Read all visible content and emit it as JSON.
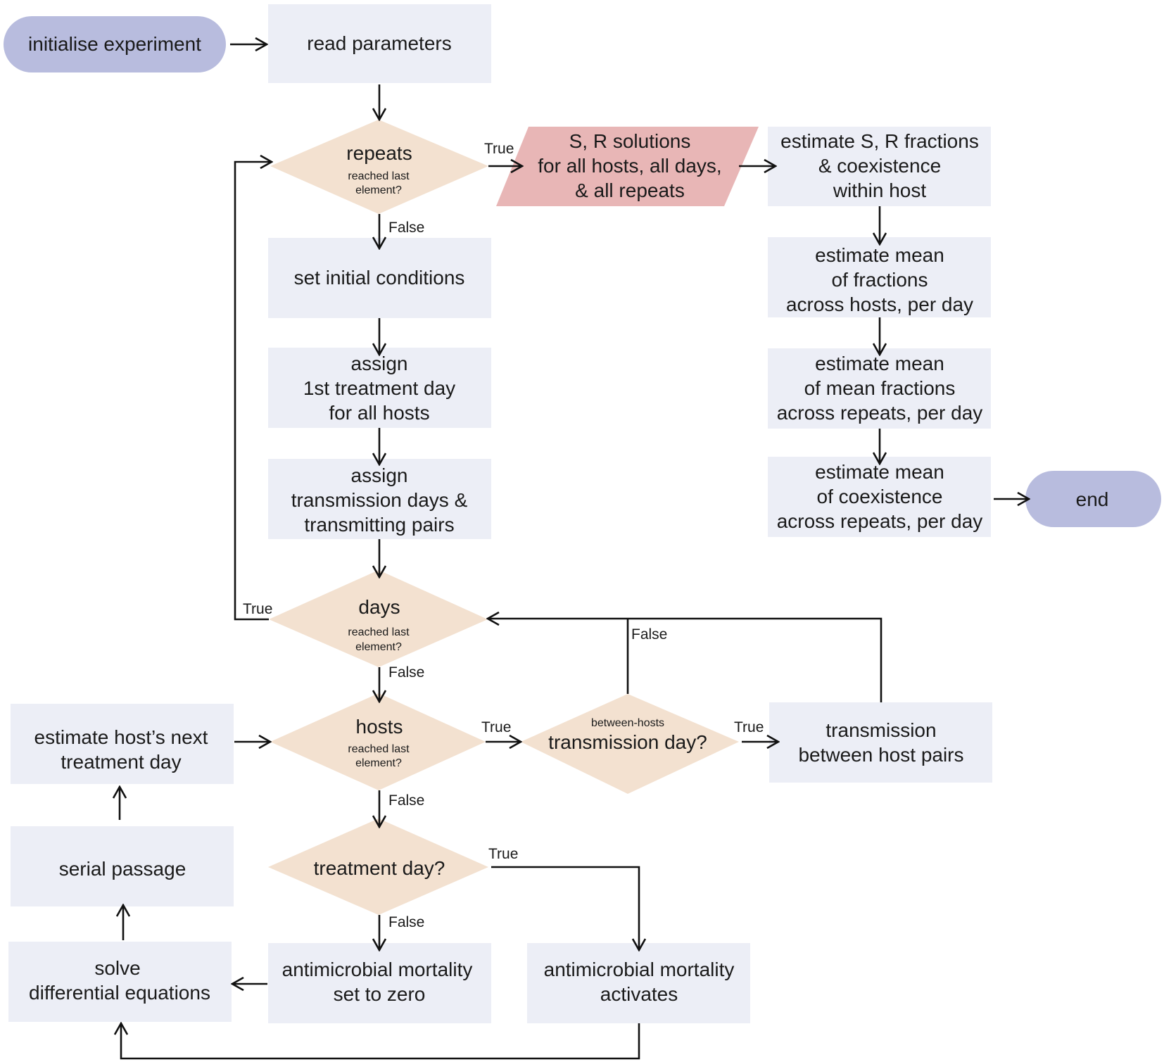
{
  "colors": {
    "terminal": "#b8bcde",
    "process": "#eceef6",
    "decision": "#f3e1d0",
    "io": "#e8b6b6",
    "line": "#111111",
    "text": "#1a1a1a"
  },
  "nodes": {
    "initialise": {
      "lines": [
        "initialise experiment"
      ]
    },
    "read_params": {
      "lines": [
        "read parameters"
      ]
    },
    "repeats": {
      "title": "repeats",
      "sub": [
        "reached last",
        "element?"
      ]
    },
    "sr_solutions": {
      "lines": [
        "S, R solutions",
        "for all hosts, all days,",
        "& all repeats"
      ]
    },
    "estimate_sr": {
      "lines": [
        "estimate S, R fractions",
        "& coexistence",
        "within host"
      ]
    },
    "set_initial": {
      "lines": [
        "set initial conditions"
      ]
    },
    "mean_fractions": {
      "lines": [
        "estimate mean",
        "of fractions",
        "across hosts, per day"
      ]
    },
    "assign_first": {
      "lines": [
        "assign",
        "1st treatment day",
        "for all hosts"
      ]
    },
    "mean_mean": {
      "lines": [
        "estimate mean",
        "of mean fractions",
        "across repeats, per day"
      ]
    },
    "assign_trans": {
      "lines": [
        "assign",
        "transmission days &",
        "transmitting pairs"
      ]
    },
    "mean_coex": {
      "lines": [
        "estimate mean",
        "of coexistence",
        "across repeats, per day"
      ]
    },
    "end": {
      "lines": [
        "end"
      ]
    },
    "days": {
      "title": "days",
      "sub": [
        "reached last",
        "element?"
      ]
    },
    "estimate_next": {
      "lines": [
        "estimate host’s next",
        "treatment day"
      ]
    },
    "hosts": {
      "title": "hosts",
      "sub": [
        "reached last",
        "element?"
      ]
    },
    "between_hosts": {
      "top": "between-hosts",
      "title": "transmission day?"
    },
    "trans_pairs": {
      "lines": [
        "transmission",
        "between host pairs"
      ]
    },
    "serial": {
      "lines": [
        "serial passage"
      ]
    },
    "treatment_day": {
      "title": "treatment day?"
    },
    "solve": {
      "lines": [
        "solve",
        "differential equations"
      ]
    },
    "mort_zero": {
      "lines": [
        "antimicrobial mortality",
        "set to zero"
      ]
    },
    "mort_act": {
      "lines": [
        "antimicrobial mortality",
        "activates"
      ]
    }
  },
  "edge_labels": {
    "repeats_true": "True",
    "repeats_false": "False",
    "days_true": "True",
    "days_false": "False",
    "trans_false": "False",
    "hosts_true": "True",
    "hosts_false": "False",
    "between_true": "True",
    "treat_true": "True",
    "treat_false": "False"
  }
}
